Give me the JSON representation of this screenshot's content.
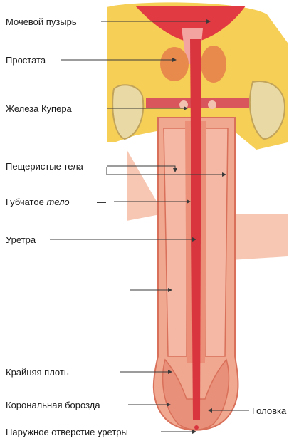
{
  "labels": {
    "bladder": "Мочевой пузырь",
    "prostate": "Простата",
    "cowper": "Железа Купера",
    "cavernous": "Пещеристые тела",
    "spongy_a": "Губчатое ",
    "spongy_b": "тело",
    "spongy_dash": "—",
    "urethra": "Уретра",
    "foreskin": "Крайняя плоть",
    "coronal": "Корональная борозда",
    "glans": "Головка",
    "meatus": "Наружное отверстие уретры"
  },
  "colors": {
    "fat": "#f6cf57",
    "tissue": "#f0a890",
    "tissue_dark": "#d9705a",
    "urethra": "#d8353f",
    "skin": "#f7c7b3",
    "bone": "#e9d9a4"
  }
}
